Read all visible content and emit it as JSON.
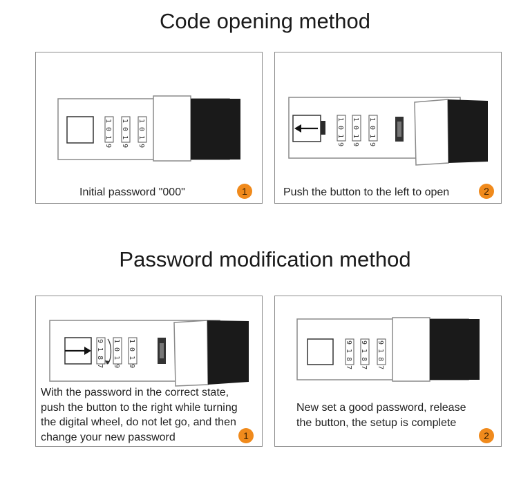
{
  "sections": [
    {
      "title": "Code opening method",
      "steps": [
        {
          "caption": "Initial password \"000\"",
          "badge": "1",
          "wheel_digits": "1 0 1 9"
        },
        {
          "caption": "Push the button to the left to open",
          "badge": "2",
          "wheel_digits": "1 0 1 9"
        }
      ]
    },
    {
      "title": "Password modification method",
      "steps": [
        {
          "caption_lines": [
            "With the password in the correct state,",
            "push the button to the right while turning",
            "the digital wheel, do not let go, and then",
            "change your new password"
          ],
          "badge": "1",
          "wheel_digits": "1 0 1 9",
          "wheel_digits_alt": "9 1 8 7"
        },
        {
          "caption_lines": [
            "New set a good password, release",
            "the button, the setup is complete"
          ],
          "badge": "2",
          "wheel_digits": "9 1 8 7"
        }
      ]
    }
  ],
  "colors": {
    "badge": "#f08a1c",
    "border": "#8a8a8a",
    "handle": "#1a1a1a"
  }
}
